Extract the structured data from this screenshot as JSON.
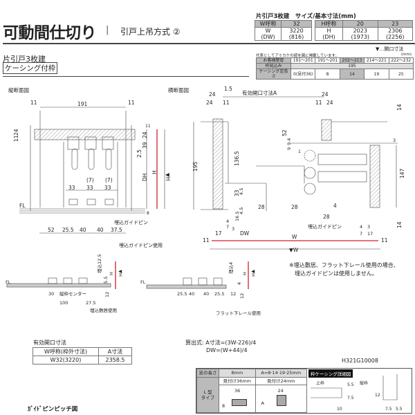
{
  "header": {
    "title": "可動間仕切り",
    "separator": "|",
    "subtitle": "引戸上吊方式 ②"
  },
  "product": {
    "type": "片引戸3枚建",
    "badge": "ケーシング付枠"
  },
  "size_table": {
    "title": "片引戸3枚建　サイズ/基本寸法(mm)",
    "w_label": "W呼称",
    "w_value": "32",
    "w_dim": "W",
    "w_dw": "(DW)",
    "w_mm": "3220",
    "w_dw_mm": "(816)",
    "h_label": "H呼称",
    "h_values": [
      "20",
      "23"
    ],
    "h_dim": "H",
    "h_dh": "(DH)",
    "h_mm": [
      "2023",
      "2306"
    ],
    "h_dh_mm": [
      "(1973)",
      "(2256)"
    ]
  },
  "wall_table": {
    "legend": "▼…開口寸法",
    "unit": "(mm)",
    "note": "代表としてアミカケの値を図に掲載しています。",
    "rows": [
      {
        "label": "お客様壁厚",
        "cells": [
          "191～201",
          "191～201",
          "202～213",
          "214～221",
          "222～232"
        ]
      },
      {
        "label": "枠見込み",
        "cells": [
          "195"
        ]
      },
      {
        "label": "ケーシング足長さ",
        "cells": [
          "0(見付36)",
          "8",
          "14",
          "19",
          "25"
        ]
      }
    ]
  },
  "drawings": {
    "vertical": {
      "title": "縦断面図",
      "dims": [
        "11",
        "191",
        "11",
        "11",
        "24",
        "11",
        "24",
        "39",
        "2.5",
        "DH",
        "H",
        "▼H",
        "(7)",
        "(7)",
        "33",
        "33",
        "33",
        "8",
        "FL",
        "52",
        "25.5",
        "40",
        "40",
        "37.5"
      ],
      "guide_pin": "埋込ガイドピン",
      "caption": "埋込ガイドピン使用"
    },
    "horizontal": {
      "title": "横断面図",
      "dims": [
        "24",
        "1.5",
        "有効開口寸法A",
        "24",
        "24",
        "11",
        "11",
        "24",
        "14",
        "52",
        "9.4",
        "9",
        "1",
        "136.5",
        "195",
        "147",
        "3",
        "33",
        "4.5",
        "4.5",
        "16.5",
        "4",
        "7",
        "3",
        "28",
        "28",
        "4",
        "28",
        "17",
        "DW",
        "4",
        "3",
        "7",
        "17",
        "11",
        "W",
        "11",
        "▼W",
        "14"
      ],
      "guide_pin": "埋込ガイドピン"
    },
    "detail_sill": {
      "dims": [
        "FL",
        "埋込12.5",
        "5.5",
        "H",
        "▼H",
        "12",
        "30",
        "縦枠センター",
        "100",
        "27.5"
      ],
      "caption": "埋込敷居使用"
    },
    "detail_flat": {
      "dims": [
        "FL",
        "埋込4",
        "4",
        "H",
        "▼H",
        "12",
        "25.5",
        "40",
        "40",
        "25.5",
        "12"
      ],
      "caption": "フラット下レール使用"
    },
    "note": [
      "※埋込敷居、フラット下レール使用の場合、",
      "埋込ガイドピンは使用しません。"
    ]
  },
  "opening_table": {
    "title": "有効開口寸法",
    "headers": [
      "W呼称(枠外寸法)",
      "A寸法"
    ],
    "row": [
      "W32(3220)",
      "2358.5"
    ]
  },
  "formula": {
    "line1": "算出式: A寸法=(3W-226)/4",
    "line2": "DW=(W+44)/4"
  },
  "product_code": "H321G10008",
  "casing_table": {
    "leg_label": "足の長さ",
    "col1": "8mm",
    "col2": "A=8·14·19·25mm",
    "detail_title": "枠ケーシング詳細図",
    "sub1": "見付け36mm",
    "sub2": "見付け24mm",
    "type_label": "L 型\nタイプ",
    "dims1": [
      "36",
      "8"
    ],
    "dims2": [
      "24",
      "A"
    ],
    "top_frame": "上枠",
    "side_frame": "縦枠",
    "detail_dims": [
      "5.5",
      "7.5",
      "10",
      "12",
      "7.5",
      "5.5"
    ]
  },
  "guide_pin_pitch": "ｶﾞｲﾄﾞピンピッチ図",
  "colors": {
    "accent_red": "#d0202a",
    "header_gray": "#bbbbbb",
    "hatch": "#888888"
  }
}
